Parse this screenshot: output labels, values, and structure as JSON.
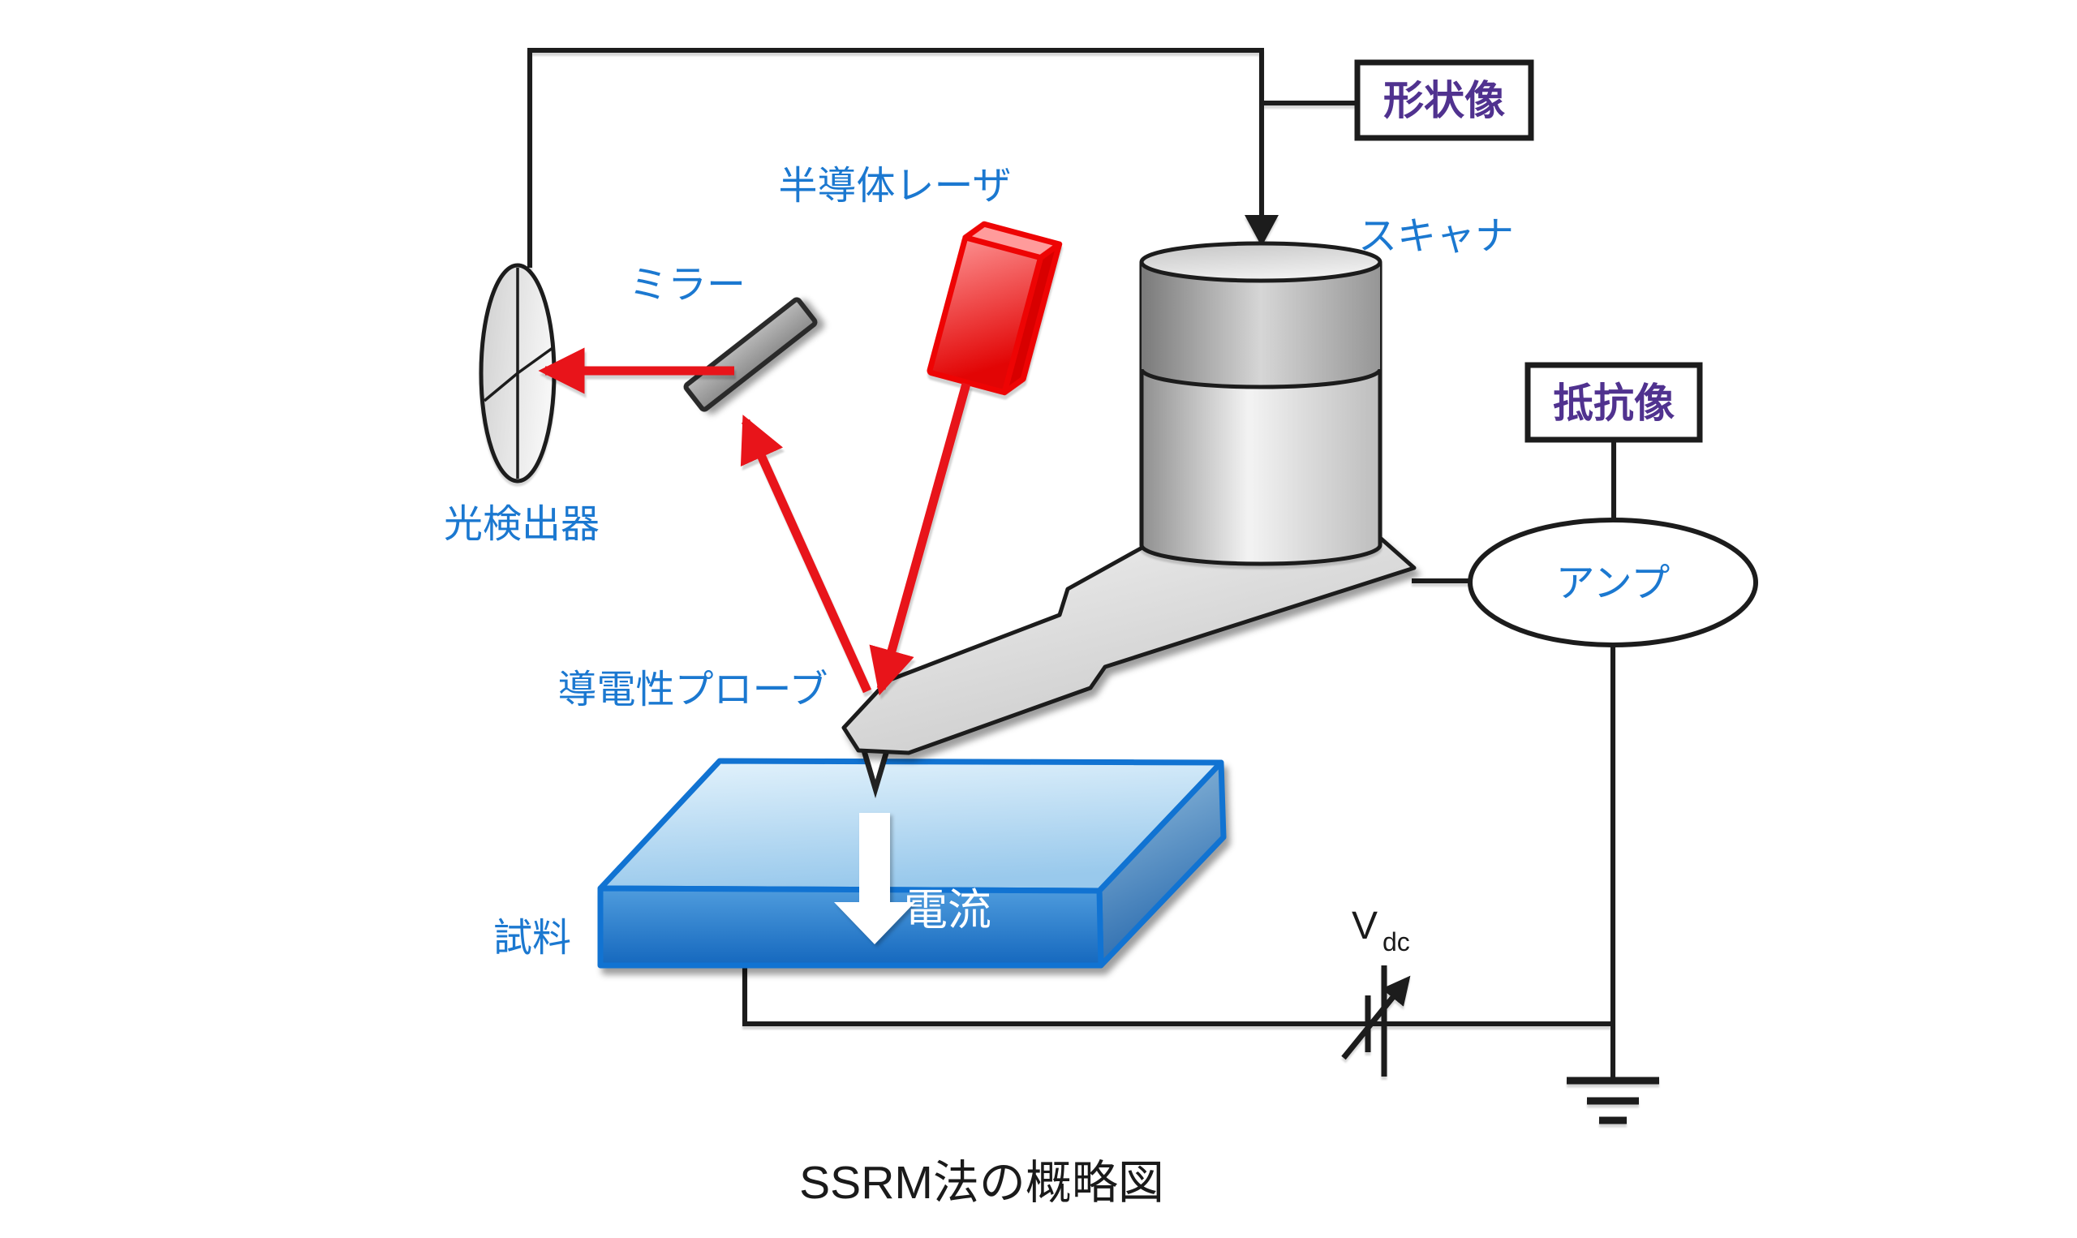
{
  "title": "SSRM法の概略図",
  "labels": {
    "laser": "半導体レーザ",
    "mirror": "ミラー",
    "photodetector": "光検出器",
    "scanner": "スキャナ",
    "probe": "導電性プローブ",
    "sample": "試料",
    "current": "電流",
    "amplifier": "アンプ"
  },
  "boxes": {
    "topography": "形状像",
    "resistance": "抵抗像"
  },
  "voltage_source": {
    "main": "V",
    "sub": "dc"
  },
  "colors": {
    "label_blue": "#1B78D0",
    "box_text_purple": "#50328F",
    "beam_red": "#E8141A",
    "sample_blue_border": "#1173D2",
    "wire_black": "#1C1C1C"
  }
}
